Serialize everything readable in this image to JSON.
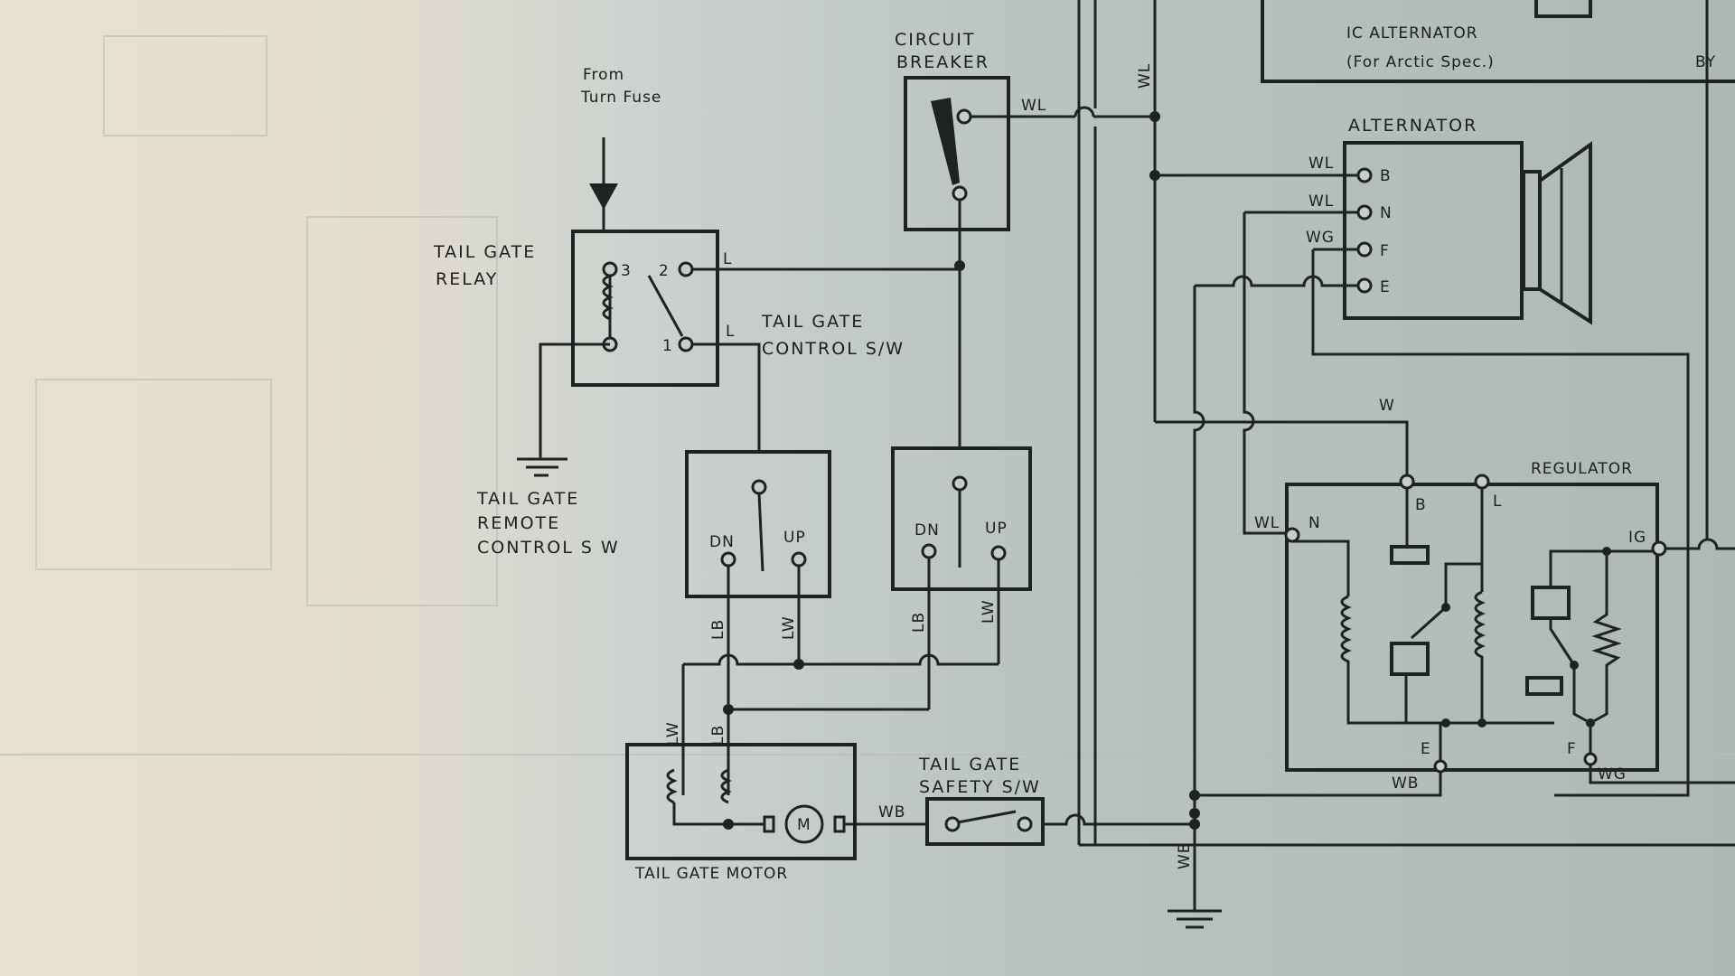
{
  "labels": {
    "from_fuse_1": "From",
    "from_fuse_2": "Turn Fuse",
    "circuit_breaker_1": "CIRCUIT",
    "circuit_breaker_2": "BREAKER",
    "tail_gate_relay_1": "TAIL GATE",
    "tail_gate_relay_2": "RELAY",
    "control_sw_1": "TAIL GATE",
    "control_sw_2": "CONTROL S/W",
    "remote_sw_1": "TAIL GATE",
    "remote_sw_2": "REMOTE",
    "remote_sw_3": "CONTROL S W",
    "safety_sw_1": "TAIL GATE",
    "safety_sw_2": "SAFETY S/W",
    "motor": "TAIL GATE MOTOR",
    "ic_alt_1": "IC ALTERNATOR",
    "ic_alt_2": "(For Arctic Spec.)",
    "alternator": "ALTERNATOR",
    "regulator": "REGULATOR"
  },
  "wire_codes": {
    "wl": "WL",
    "l": "L",
    "lb": "LB",
    "lw": "LW",
    "wb": "WB",
    "wg": "WG",
    "w": "W",
    "by": "BY"
  },
  "terminals": {
    "relay_3": "3",
    "relay_2": "2",
    "relay_1": "1",
    "dn": "DN",
    "up": "UP",
    "motor_m": "M",
    "alt_b": "B",
    "alt_n": "N",
    "alt_f": "F",
    "alt_e": "E",
    "reg_b": "B",
    "reg_l": "L",
    "reg_n": "N",
    "reg_ig": "IG",
    "reg_e": "E",
    "reg_f": "F"
  }
}
